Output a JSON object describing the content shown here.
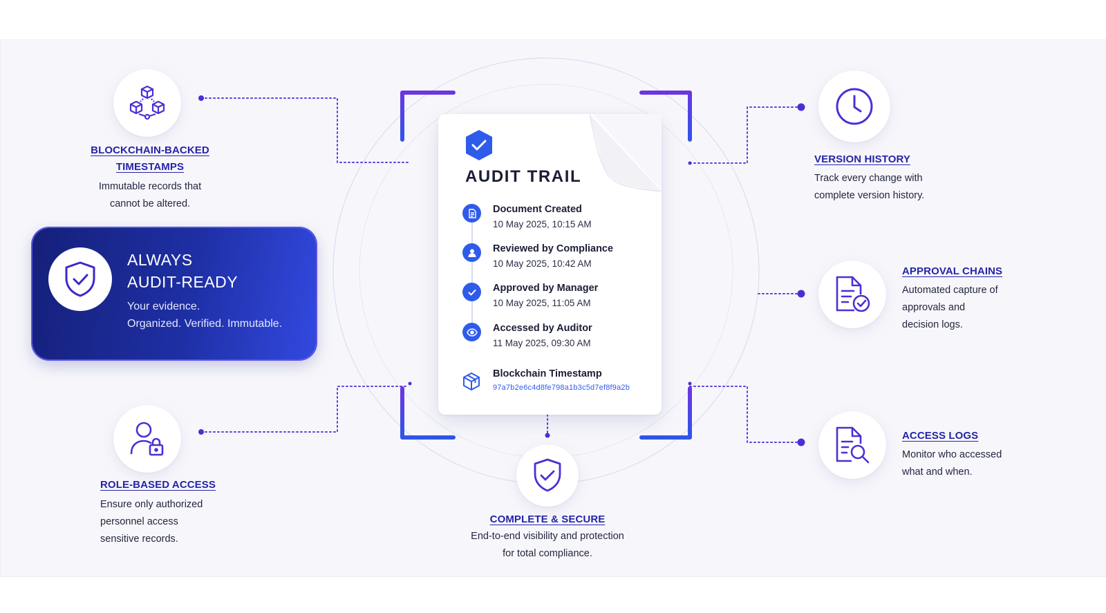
{
  "banner": {
    "title_line1": "ALWAYS",
    "title_line2": "AUDIT-READY",
    "subtitle_line1": "Your evidence.",
    "subtitle_line2": "Organized. Verified. Immutable.",
    "icon": "shield-check-icon"
  },
  "features": {
    "blockchain": {
      "title_line1": "BLOCKCHAIN-BACKED",
      "title_line2": "TIMESTAMPS",
      "desc_line1": "Immutable records that",
      "desc_line2": "cannot be altered.",
      "icon": "blockchain-cubes-icon"
    },
    "role": {
      "title": "ROLE-BASED ACCESS",
      "desc_line1": "Ensure only authorized",
      "desc_line2": "personnel access",
      "desc_line3": "sensitive records.",
      "icon": "user-lock-icon"
    },
    "secure": {
      "title": "COMPLETE & SECURE",
      "desc_line1": "End-to-end visibility and protection",
      "desc_line2": "for total compliance.",
      "icon": "shield-check-icon"
    },
    "version": {
      "title": "VERSION HISTORY",
      "desc_line1": "Track every change with",
      "desc_line2": "complete version history.",
      "icon": "clock-icon"
    },
    "approval": {
      "title": "APPROVAL CHAINS",
      "desc_line1": "Automated capture of",
      "desc_line2": "approvals and",
      "desc_line3": "decision logs.",
      "icon": "document-check-icon"
    },
    "access": {
      "title": "ACCESS LOGS",
      "desc_line1": "Monitor who accessed",
      "desc_line2": "what and when.",
      "icon": "document-search-icon"
    }
  },
  "audit_trail": {
    "title": "AUDIT TRAIL",
    "badge_icon": "hexagon-check-icon",
    "entries": [
      {
        "title": "Document Created",
        "date": "10 May 2025, 10:15 AM",
        "icon": "document-icon"
      },
      {
        "title": "Reviewed by Compliance",
        "date": "10 May 2025, 10:42 AM",
        "icon": "user-icon"
      },
      {
        "title": "Approved by Manager",
        "date": "10 May 2025, 11:05 AM",
        "icon": "check-icon"
      },
      {
        "title": "Accessed by Auditor",
        "date": "11 May 2025, 09:30 AM",
        "icon": "eye-icon"
      }
    ],
    "blockchain": {
      "title": "Blockchain Timestamp",
      "hash": "97a7b2e6c4d8fe798a1b3c5d7ef8f9a2b",
      "icon": "cube-icon"
    }
  },
  "colors": {
    "accent": "#4b2fd6",
    "link": "#2424a8",
    "blue": "#2f5bea",
    "banner_start": "#15207a",
    "banner_end": "#3249e0"
  }
}
